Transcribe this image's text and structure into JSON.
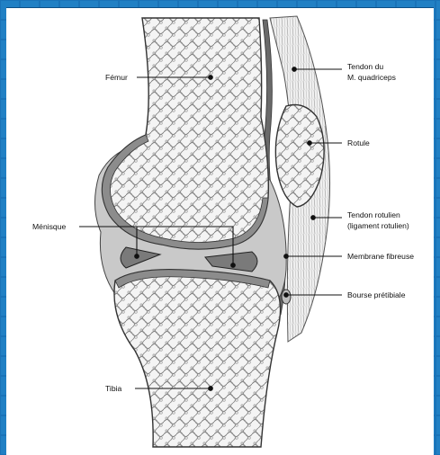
{
  "labels": {
    "femur": "Fémur",
    "tendon_quadriceps_1": "Tendon du",
    "tendon_quadriceps_2": "M. quadriceps",
    "rotule": "Rotule",
    "tendon_rotulien_1": "Tendon rotulien",
    "tendon_rotulien_2": "(ligament rotulien)",
    "menisque": "Ménisque",
    "membrane_fibreuse": "Membrane fibreuse",
    "bourse_pretibiale": "Bourse prétibiale",
    "tibia": "Tibia"
  },
  "colors": {
    "background": "#1a73b8",
    "panel": "#ffffff",
    "bone_fill": "#f3f3f3",
    "cartilage": "#8c8c8c",
    "joint_space": "#c9c9c9",
    "leader_line": "#111111"
  }
}
